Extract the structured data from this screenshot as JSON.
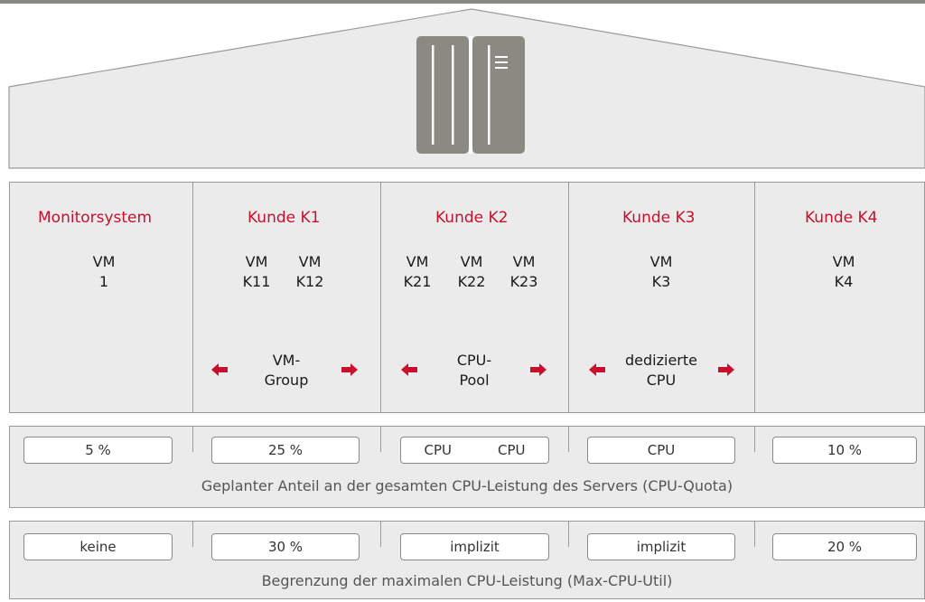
{
  "customers": [
    {
      "title": "Monitorsystem",
      "vms": [
        {
          "l1": "VM",
          "l2": "1"
        }
      ],
      "group": []
    },
    {
      "title": "Kunde K1",
      "vms": [
        {
          "l1": "VM",
          "l2": "K11"
        },
        {
          "l1": "VM",
          "l2": "K12"
        }
      ],
      "group": [
        "VM-",
        "Group"
      ]
    },
    {
      "title": "Kunde K2",
      "vms": [
        {
          "l1": "VM",
          "l2": "K21"
        },
        {
          "l1": "VM",
          "l2": "K22"
        },
        {
          "l1": "VM",
          "l2": "K23"
        }
      ],
      "group": [
        "CPU-",
        "Pool"
      ]
    },
    {
      "title": "Kunde K3",
      "vms": [
        {
          "l1": "VM",
          "l2": "K3"
        }
      ],
      "group": [
        "dedizierte",
        "CPU"
      ]
    },
    {
      "title": "Kunde K4",
      "vms": [
        {
          "l1": "VM",
          "l2": "K4"
        }
      ],
      "group": []
    }
  ],
  "quota": {
    "values": [
      "5 %",
      "25 %",
      "CPU",
      "CPU",
      "10 %"
    ],
    "k2_left": "CPU",
    "k2_right": "CPU",
    "label": "Geplanter Anteil an der gesamten CPU-Leistung des Servers (CPU-Quota)"
  },
  "max_util": {
    "values": [
      "keine",
      "30 %",
      "implizit",
      "implizit",
      "20 %"
    ],
    "label": "Begrenzung der maximalen CPU-Leistung (Max-CPU-Util)"
  },
  "colors": {
    "accent": "#c8102e",
    "server": "#8a8a82"
  },
  "icons": {
    "server": "server-rack-icon",
    "arrow": "red-arrow-icon"
  }
}
